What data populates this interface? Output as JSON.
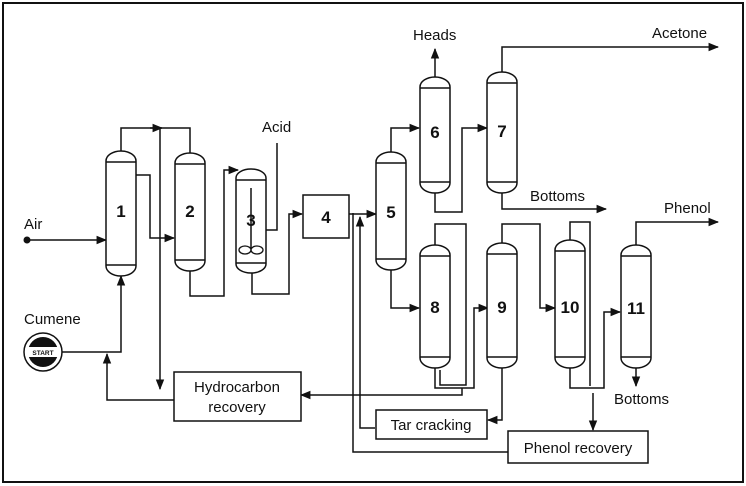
{
  "units": {
    "u1": "1",
    "u2": "2",
    "u3": "3",
    "u4": "4",
    "u5": "5",
    "u6": "6",
    "u7": "7",
    "u8": "8",
    "u9": "9",
    "u10": "10",
    "u11": "11"
  },
  "streams": {
    "air": "Air",
    "cumene": "Cumene",
    "acid": "Acid",
    "heads": "Heads",
    "acetone": "Acetone",
    "bottoms_top": "Bottoms",
    "phenol": "Phenol",
    "bottoms_bottom": "Bottoms"
  },
  "boxes": {
    "hydrocarbon_line1": "Hydrocarbon",
    "hydrocarbon_line2": "recovery",
    "tar_cracking": "Tar cracking",
    "phenol_recovery": "Phenol recovery"
  },
  "start_badge": "START"
}
